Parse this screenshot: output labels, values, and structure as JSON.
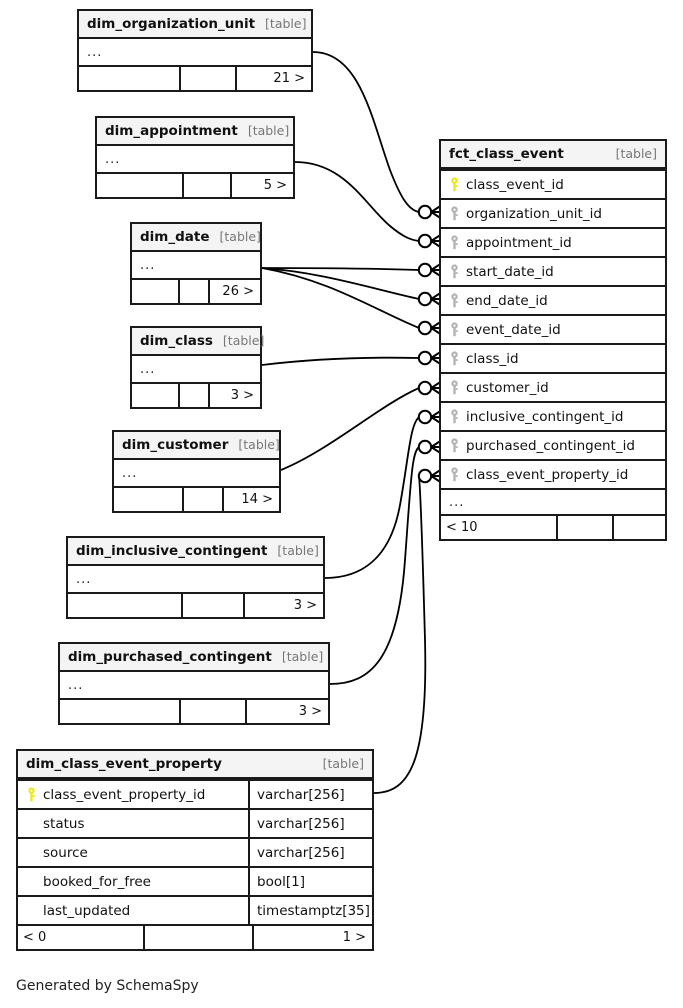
{
  "diagram": {
    "credit": "Generated by SchemaSpy",
    "table_tag": "[table]",
    "ellipsis": "...",
    "colors": {
      "primary_key": "#e9e81c",
      "foreign_key": "#b3b3b3",
      "border": "#1a1a1a",
      "header_bg": "#f4f4f4",
      "background": "#ffffff"
    }
  },
  "tables": [
    {
      "id": "dim_organization_unit",
      "name": "dim_organization_unit",
      "tag": "[table]",
      "collapsed": true,
      "footer": [
        "",
        "",
        "21 >"
      ]
    },
    {
      "id": "dim_appointment",
      "name": "dim_appointment",
      "tag": "[table]",
      "collapsed": true,
      "footer": [
        "",
        "",
        "5 >"
      ]
    },
    {
      "id": "dim_date",
      "name": "dim_date",
      "tag": "[table]",
      "collapsed": true,
      "footer": [
        "",
        "",
        "26 >"
      ]
    },
    {
      "id": "dim_class",
      "name": "dim_class",
      "tag": "[table]",
      "collapsed": true,
      "footer": [
        "",
        "",
        "3 >"
      ]
    },
    {
      "id": "dim_customer",
      "name": "dim_customer",
      "tag": "[table]",
      "collapsed": true,
      "footer": [
        "",
        "",
        "14 >"
      ]
    },
    {
      "id": "dim_inclusive_contingent",
      "name": "dim_inclusive_contingent",
      "tag": "[table]",
      "collapsed": true,
      "footer": [
        "",
        "",
        "3 >"
      ]
    },
    {
      "id": "dim_purchased_contingent",
      "name": "dim_purchased_contingent",
      "tag": "[table]",
      "collapsed": true,
      "footer": [
        "",
        "",
        "3 >"
      ]
    },
    {
      "id": "fct_class_event",
      "name": "fct_class_event",
      "tag": "[table]",
      "collapsed": false,
      "columns": [
        {
          "name": "class_event_id",
          "key": "primary",
          "type": ""
        },
        {
          "name": "organization_unit_id",
          "key": "foreign",
          "type": ""
        },
        {
          "name": "appointment_id",
          "key": "foreign",
          "type": ""
        },
        {
          "name": "start_date_id",
          "key": "foreign",
          "type": ""
        },
        {
          "name": "end_date_id",
          "key": "foreign",
          "type": ""
        },
        {
          "name": "event_date_id",
          "key": "foreign",
          "type": ""
        },
        {
          "name": "class_id",
          "key": "foreign",
          "type": ""
        },
        {
          "name": "customer_id",
          "key": "foreign",
          "type": ""
        },
        {
          "name": "inclusive_contingent_id",
          "key": "foreign",
          "type": ""
        },
        {
          "name": "purchased_contingent_id",
          "key": "foreign",
          "type": ""
        },
        {
          "name": "class_event_property_id",
          "key": "foreign",
          "type": ""
        }
      ],
      "has_ellipsis_row": true,
      "footer": [
        "< 10",
        "",
        ""
      ]
    },
    {
      "id": "dim_class_event_property",
      "name": "dim_class_event_property",
      "tag": "[table]",
      "collapsed": false,
      "columns": [
        {
          "name": "class_event_property_id",
          "key": "primary",
          "type": "varchar[256]"
        },
        {
          "name": "status",
          "key": "none",
          "type": "varchar[256]"
        },
        {
          "name": "source",
          "key": "none",
          "type": "varchar[256]"
        },
        {
          "name": "booked_for_free",
          "key": "none",
          "type": "bool[1]"
        },
        {
          "name": "last_updated",
          "key": "none",
          "type": "timestamptz[35]"
        }
      ],
      "has_ellipsis_row": false,
      "footer": [
        "< 0",
        "",
        "1 >"
      ]
    }
  ],
  "relationships": [
    {
      "from": "dim_organization_unit",
      "to": "fct_class_event.organization_unit_id"
    },
    {
      "from": "dim_appointment",
      "to": "fct_class_event.appointment_id"
    },
    {
      "from": "dim_date",
      "to": "fct_class_event.start_date_id"
    },
    {
      "from": "dim_date",
      "to": "fct_class_event.end_date_id"
    },
    {
      "from": "dim_date",
      "to": "fct_class_event.event_date_id"
    },
    {
      "from": "dim_class",
      "to": "fct_class_event.class_id"
    },
    {
      "from": "dim_customer",
      "to": "fct_class_event.customer_id"
    },
    {
      "from": "dim_inclusive_contingent",
      "to": "fct_class_event.inclusive_contingent_id"
    },
    {
      "from": "dim_purchased_contingent",
      "to": "fct_class_event.purchased_contingent_id"
    },
    {
      "from": "dim_class_event_property",
      "to": "fct_class_event.class_event_property_id"
    }
  ]
}
